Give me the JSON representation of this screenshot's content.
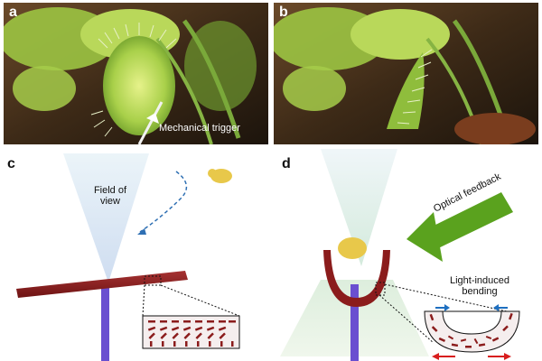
{
  "panels": {
    "a": {
      "label": "a",
      "annotation": "Mechanical trigger"
    },
    "b": {
      "label": "b"
    },
    "c": {
      "label": "c",
      "field_line1": "Field of",
      "field_line2": "view"
    },
    "d": {
      "label": "d",
      "optical_feedback": "Optical feedback",
      "bending_line1": "Light-induced",
      "bending_line2": "bending"
    }
  },
  "colors": {
    "leaf_green": "#8cc63f",
    "strip_red": "#8b1c1c",
    "laser_purple": "#6a4fd0",
    "arrow_green": "#5aa21e",
    "arrow_blue": "#1e6fc0",
    "arrow_red": "#d81e1e",
    "bug_yellow": "#e8c84a"
  }
}
